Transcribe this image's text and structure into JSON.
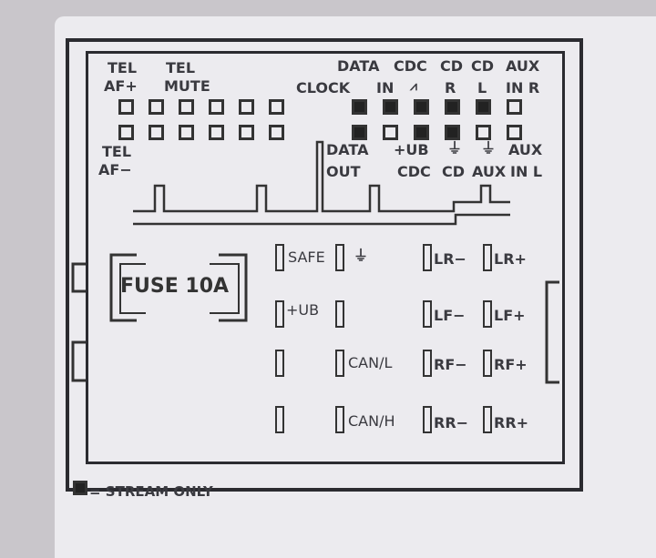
{
  "top_labels": {
    "tel_af_plus": [
      "TEL",
      "AF+"
    ],
    "tel_mute": [
      "TEL",
      "MUTE"
    ],
    "clock": "CLOCK",
    "data_in": [
      "DATA",
      "IN"
    ],
    "cdc": "CDC",
    "cd_r": [
      "CD",
      "R"
    ],
    "cd_l": [
      "CD",
      "L"
    ],
    "aux_in_r": [
      "AUX",
      "IN R"
    ]
  },
  "mid_labels": {
    "tel_af_minus": [
      "TEL",
      "AF−"
    ],
    "data_out": [
      "DATA",
      "OUT"
    ],
    "ub_cdc": [
      "+UB",
      "CDC"
    ],
    "gnd_cd": "CD",
    "gnd_aux": "AUX",
    "aux_in_l": [
      "AUX",
      "IN L"
    ]
  },
  "top_row_right_filled": [
    true,
    true,
    true,
    true,
    true,
    false
  ],
  "bottom_row_right_filled": [
    true,
    false,
    true,
    true,
    false,
    false
  ],
  "fuse": "FUSE 10A",
  "pins": {
    "safe": "SAFE",
    "ub": "+UB",
    "can_l": "CAN/L",
    "can_h": "CAN/H",
    "lr_minus": "LR−",
    "lr_plus": "LR+",
    "lf_minus": "LF−",
    "lf_plus": "LF+",
    "rf_minus": "RF−",
    "rf_plus": "RF+",
    "rr_minus": "RR−",
    "rr_plus": "RR+"
  },
  "legend": "= STREAM ONLY"
}
